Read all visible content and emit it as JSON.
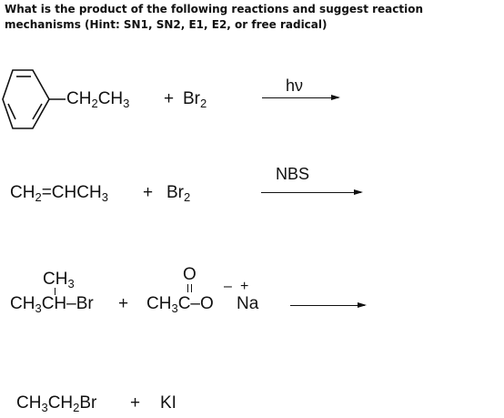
{
  "question": {
    "text": "What is the product of the following reactions and suggest reaction mechanisms (Hint: SN1, SN2, E1, E2, or free radical)"
  },
  "reaction1": {
    "substituent": "CH",
    "sub_a": "2",
    "group": "CH",
    "sub_b": "3",
    "plus": "+",
    "reagent": "Br",
    "reagent_sub": "2",
    "condition": "hν"
  },
  "reaction2": {
    "part1": "CH",
    "sub_a": "2",
    "part2": "CHCH",
    "sub_b": "3",
    "plus": "+",
    "reagent": "Br",
    "reagent_sub": "2",
    "condition": "NBS"
  },
  "reaction3": {
    "methyl": "CH",
    "methyl_sub": "3",
    "main1": "CH",
    "main_sub": "3",
    "main2": "CH–Br",
    "plus": "+",
    "acetate1": "CH",
    "acetate_sub": "3",
    "acetate2": "C–O",
    "carbonyl_o": "O",
    "minus": "–",
    "plus_charge": "+",
    "sodium": "Na"
  },
  "reaction4": {
    "part1": "CH",
    "sub_a": "3",
    "part2": "CH",
    "sub_b": "2",
    "part3": "Br",
    "plus": "+",
    "reagent": "KI"
  }
}
